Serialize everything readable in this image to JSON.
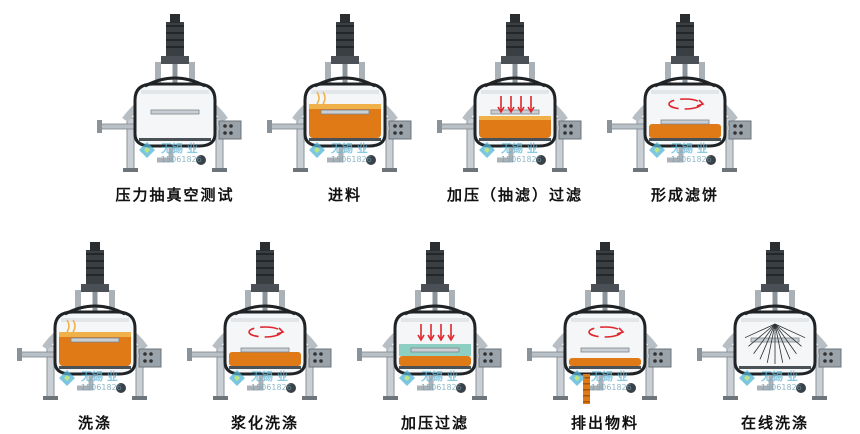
{
  "watermark": {
    "company": "无锡 业",
    "phone": "15061826"
  },
  "colors": {
    "slurry": "#e07a16",
    "slurry_light": "#f0b14a",
    "wash": "#8ecfc4",
    "motor": "#3a3f44",
    "steel": "#9aa3aa",
    "frame": "#c9cfd4"
  },
  "steps": [
    {
      "label": "压力抽真空测试",
      "fill": "empty",
      "effect": "none"
    },
    {
      "label": "进料",
      "fill": "slurry",
      "effect": "feed"
    },
    {
      "label": "加压（抽滤）过滤",
      "fill": "slurry-low",
      "effect": "press"
    },
    {
      "label": "形成滤饼",
      "fill": "cake",
      "effect": "stir"
    },
    {
      "label": "洗涤",
      "fill": "slurry",
      "effect": "feed"
    },
    {
      "label": "浆化洗涤",
      "fill": "cake",
      "effect": "stir"
    },
    {
      "label": "加压过滤",
      "fill": "wash",
      "effect": "press"
    },
    {
      "label": "排出物料",
      "fill": "discharge",
      "effect": "stir"
    },
    {
      "label": "在线洗涤",
      "fill": "clean",
      "effect": "spray"
    }
  ]
}
